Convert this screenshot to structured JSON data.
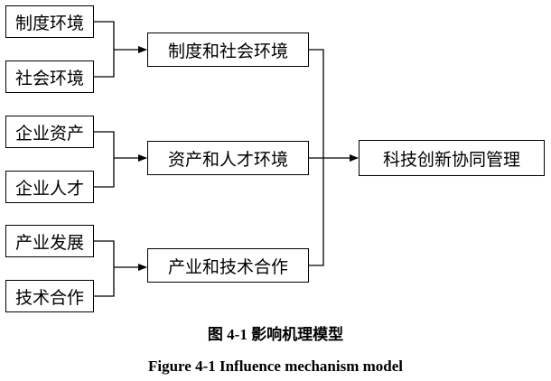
{
  "diagram": {
    "inputs": [
      "制度环境",
      "社会环境",
      "企业资产",
      "企业人才",
      "产业发展",
      "技术合作"
    ],
    "middle": [
      "制度和社会环境",
      "资产和人才环境",
      "产业和技术合作"
    ],
    "output": "科技创新协同管理"
  },
  "caption": {
    "cn": "图 4-1  影响机理模型",
    "en": "Figure 4-1 Influence mechanism model"
  }
}
